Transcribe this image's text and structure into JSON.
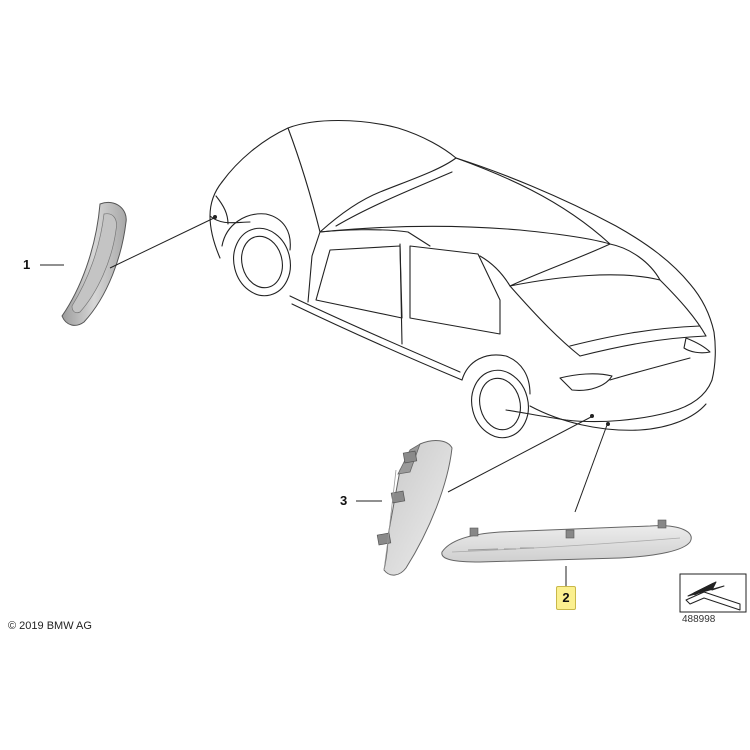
{
  "callouts": {
    "item1": "1",
    "item2": "2",
    "item3": "3"
  },
  "footer": {
    "copyright": "© 2019 BMW AG",
    "diagram_number": "488998"
  },
  "colors": {
    "line": "#222222",
    "part_fill": "#e6e6e6",
    "part_shadow": "#b9b9b9",
    "highlight": "#fbf08f"
  },
  "icons": [
    "view-orientation-arrow-icon"
  ]
}
